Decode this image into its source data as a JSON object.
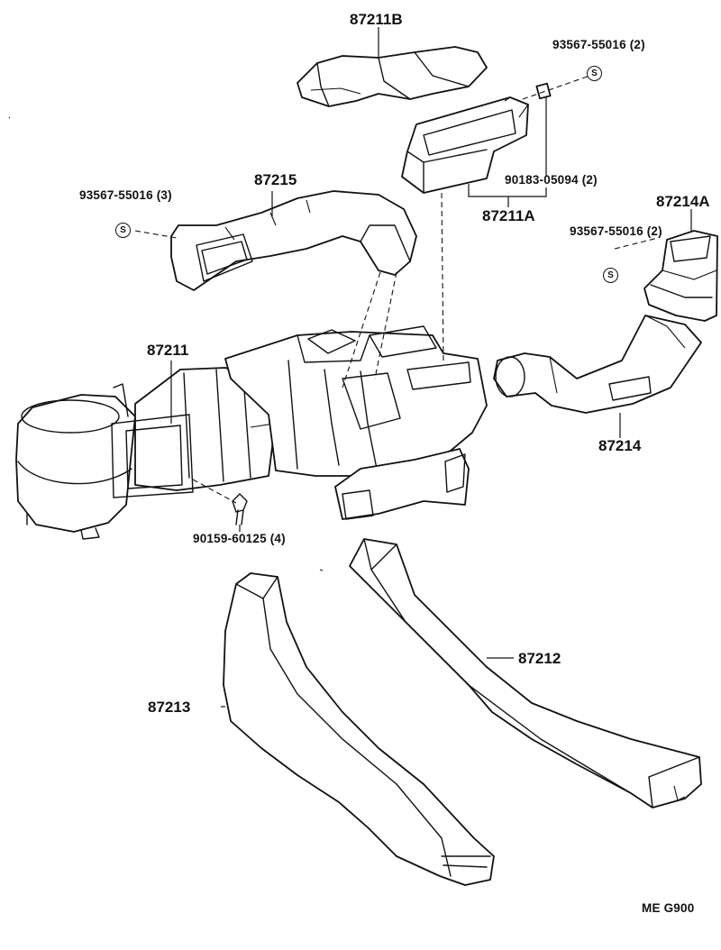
{
  "diagram": {
    "code": "ME  G900",
    "symbol_letter": "S",
    "labels": {
      "p87211B": "87211B",
      "p87211A": "87211A",
      "p87215": "87215",
      "p87214A": "87214A",
      "p87214": "87214",
      "p87211": "87211",
      "p87212": "87212",
      "p87213": "87213",
      "screw_top_right": "93567-55016 (2)",
      "screw_left": "93567-55016 (3)",
      "screw_right": "93567-55016 (2)",
      "bolt_center": "90183-05094 (2)",
      "bolt_bottom": "90159-60125 (4)"
    }
  }
}
